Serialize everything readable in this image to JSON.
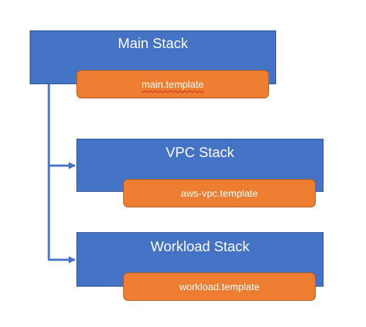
{
  "diagram": {
    "stacks": [
      {
        "title": "Main Stack",
        "template": "main.template"
      },
      {
        "title": "VPC Stack",
        "template": "aws-vpc.template"
      },
      {
        "title": "Workload Stack",
        "template": "workload.template"
      }
    ]
  },
  "colors": {
    "stack_fill": "#4472c4",
    "template_fill": "#ed7d31",
    "connector": "#4472c4",
    "text": "#ffffff"
  }
}
